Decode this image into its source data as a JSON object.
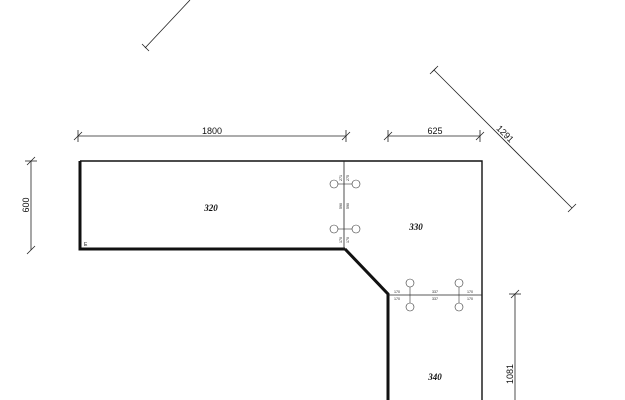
{
  "dimensions": {
    "top_left_length": "1800",
    "top_right_length": "625",
    "diagonal_length": "1291",
    "left_depth": "600",
    "right_leg_length": "1081"
  },
  "pieces": {
    "left": "320",
    "corner": "330",
    "leg": "340"
  },
  "edge_marker": "E",
  "connectors": {
    "vertical_joint": {
      "upper": [
        "271",
        "275"
      ],
      "middle": [
        "590",
        "590"
      ],
      "lower": [
        "170",
        "170"
      ]
    },
    "horizontal_joint": {
      "left_top": "170",
      "left_bottom": "170",
      "mid_top": "337",
      "mid_bottom": "337",
      "right_top": "170",
      "right_bottom": "170"
    }
  }
}
